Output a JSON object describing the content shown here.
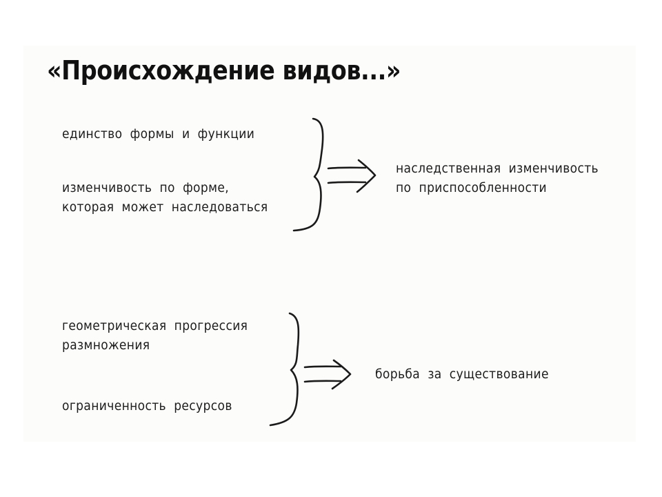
{
  "slide": {
    "title": "«Происхождение видов...»"
  },
  "group1": {
    "premise1": "единство формы и функции",
    "premise2_line1": "изменчивость по форме,",
    "premise2_line2": "которая может наследоваться",
    "conclusion_line1": "наследственная изменчивость",
    "conclusion_line2": "по приспособленности"
  },
  "group2": {
    "premise1_line1": "геометрическая прогрессия",
    "premise1_line2": "размножения",
    "premise2": "ограниченность ресурсов",
    "conclusion": "борьба за существование"
  }
}
